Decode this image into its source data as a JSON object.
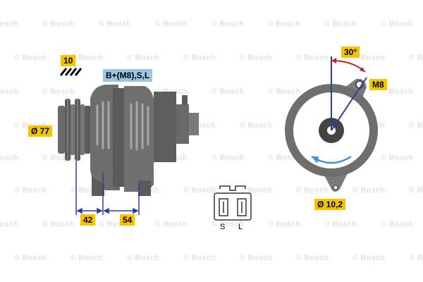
{
  "diagram": {
    "subject": "Alternator technical drawing",
    "watermark": {
      "text": "© Bosch",
      "rows": [
        34,
        82,
        130,
        178,
        224,
        270,
        318,
        366
      ]
    },
    "labels": {
      "quantity_badge": "10",
      "connection": "B+(M8),S,L",
      "pulley_diameter": "Ø 77",
      "dim_left": "42",
      "dim_right": "54",
      "angle": "30°",
      "thread": "M8",
      "hole_diameter": "Ø 10,2",
      "plug_pin_s": "S",
      "plug_pin_l": "L"
    },
    "colors": {
      "badge_yellow": "#f5c400",
      "connection_blue": "#9cc6e6",
      "dimension_line": "#2b3f9e",
      "angle_arc": "#c0232b",
      "body_dark": "#5b5b5b",
      "body_mid": "#7a7a7a",
      "body_light": "#a8a8a8",
      "rotation_arrow": "#4a8fd0",
      "watermark": "#e2e2e2"
    }
  }
}
